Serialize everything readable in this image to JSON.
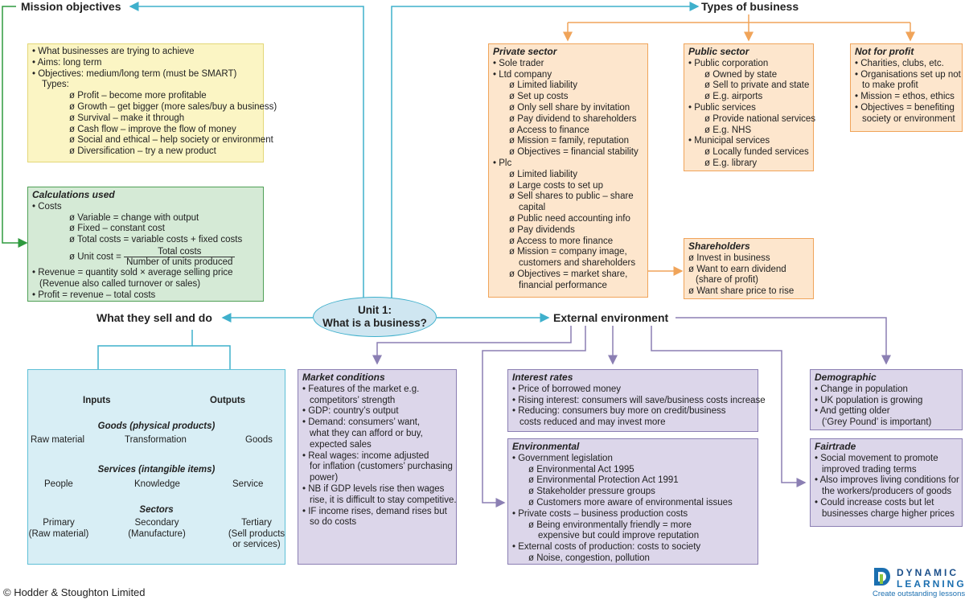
{
  "headings": {
    "mission": "Mission objectives",
    "types": "Types of business",
    "sell": "What they sell and do",
    "external": "External environment"
  },
  "center": {
    "line1": "Unit 1:",
    "line2": "What is a business?"
  },
  "mission_box": {
    "items": [
      "What businesses are trying to achieve",
      "Aims: long term",
      "Objectives: medium/long term (must be SMART)"
    ],
    "types_label": "Types:",
    "types": [
      "Profit – become more profitable",
      "Growth – get bigger (more sales/buy a business)",
      "Survival – make it through",
      "Cash flow – improve the flow of money",
      "Social and ethical – help society or environment",
      "Diversification – try a new product"
    ]
  },
  "calc_box": {
    "title": "Calculations used",
    "costs": "Costs",
    "costs_items": [
      "Variable = change with output",
      "Fixed – constant cost",
      "Total costs = variable costs + fixed costs"
    ],
    "unit_cost_label": "Unit cost =",
    "unit_cost_num": "Total costs",
    "unit_cost_den": "Number of units produced",
    "revenue": "Revenue = quantity sold × average selling price",
    "revenue_note": "(Revenue also called turnover or sales)",
    "profit": "Profit = revenue – total costs"
  },
  "private_box": {
    "title": "Private sector",
    "lines": [
      {
        "t": "• Sole trader",
        "l": 1
      },
      {
        "t": "• Ltd company",
        "l": 1
      },
      {
        "t": "ø Limited liability",
        "l": 2
      },
      {
        "t": "ø Set up costs",
        "l": 2
      },
      {
        "t": "ø Only sell share by invitation",
        "l": 2
      },
      {
        "t": "ø Pay dividend to shareholders",
        "l": 2
      },
      {
        "t": "ø Access to finance",
        "l": 2
      },
      {
        "t": "ø Mission = family, reputation",
        "l": 2
      },
      {
        "t": "ø Objectives = financial stability",
        "l": 2
      },
      {
        "t": "• Plc",
        "l": 1
      },
      {
        "t": "ø Limited liability",
        "l": 2
      },
      {
        "t": "ø Large costs to set up",
        "l": 2
      },
      {
        "t": "ø Sell shares to public – share",
        "l": 2
      },
      {
        "t": "capital",
        "l": 3
      },
      {
        "t": "ø Public need accounting info",
        "l": 2
      },
      {
        "t": "ø Pay dividends",
        "l": 2
      },
      {
        "t": "ø Access to more finance",
        "l": 2
      },
      {
        "t": "ø Mission = company image,",
        "l": 2
      },
      {
        "t": "customers and shareholders",
        "l": 3
      },
      {
        "t": "ø Objectives = market share,",
        "l": 2
      },
      {
        "t": "financial performance",
        "l": 3
      }
    ]
  },
  "public_box": {
    "title": "Public sector",
    "lines": [
      {
        "t": "• Public corporation",
        "l": 1
      },
      {
        "t": "ø Owned by state",
        "l": 2
      },
      {
        "t": "ø Sell to private and state",
        "l": 2
      },
      {
        "t": "ø E.g. airports",
        "l": 2
      },
      {
        "t": "• Public services",
        "l": 1
      },
      {
        "t": "ø Provide national services",
        "l": 2
      },
      {
        "t": "ø E.g. NHS",
        "l": 2
      },
      {
        "t": "• Municipal services",
        "l": 1
      },
      {
        "t": "ø Locally funded services",
        "l": 2
      },
      {
        "t": "ø E.g. library",
        "l": 2
      }
    ]
  },
  "nfp_box": {
    "title": "Not for profit",
    "lines": [
      {
        "t": "• Charities, clubs, etc.",
        "l": 1
      },
      {
        "t": "• Organisations set up not",
        "l": 1
      },
      {
        "t": "to make profit",
        "l": 4
      },
      {
        "t": "• Mission = ethos, ethics",
        "l": 1
      },
      {
        "t": "• Objectives = benefiting",
        "l": 1
      },
      {
        "t": "society or environment",
        "l": 4
      }
    ]
  },
  "shareholders_box": {
    "title": "Shareholders",
    "lines": [
      {
        "t": "ø Invest in business",
        "l": 1
      },
      {
        "t": "ø Want to earn dividend",
        "l": 1
      },
      {
        "t": "(share of profit)",
        "l": 4
      },
      {
        "t": "ø Want share price to rise",
        "l": 1
      }
    ]
  },
  "market_box": {
    "title": "Market conditions",
    "lines": [
      {
        "t": "• Features of the market e.g.",
        "l": 1
      },
      {
        "t": "competitors’ strength",
        "l": 4
      },
      {
        "t": "• GDP: country’s output",
        "l": 1
      },
      {
        "t": "• Demand: consumers’ want,",
        "l": 1
      },
      {
        "t": "what they can afford or buy,",
        "l": 4
      },
      {
        "t": "expected sales",
        "l": 4
      },
      {
        "t": "• Real wages: income adjusted",
        "l": 1
      },
      {
        "t": "for inflation (customers’ purchasing",
        "l": 4
      },
      {
        "t": "power)",
        "l": 4
      },
      {
        "t": "• NB if GDP levels rise then wages",
        "l": 1
      },
      {
        "t": "rise, it is difficult to stay competitive.",
        "l": 4
      },
      {
        "t": "• IF income rises, demand rises but",
        "l": 1
      },
      {
        "t": "so do costs",
        "l": 4
      }
    ]
  },
  "interest_box": {
    "title": "Interest rates",
    "lines": [
      {
        "t": "• Price of borrowed money",
        "l": 1
      },
      {
        "t": "• Rising interest: consumers will save/business costs increase",
        "l": 1
      },
      {
        "t": "• Reducing: consumers buy more on credit/business",
        "l": 1
      },
      {
        "t": "costs reduced and may invest more",
        "l": 4
      }
    ]
  },
  "env_box": {
    "title": "Environmental",
    "lines": [
      {
        "t": "• Government legislation",
        "l": 1
      },
      {
        "t": "ø Environmental Act 1995",
        "l": 2
      },
      {
        "t": "ø Environmental Protection Act 1991",
        "l": 2
      },
      {
        "t": "ø Stakeholder pressure groups",
        "l": 2
      },
      {
        "t": "ø Customers more aware of environmental issues",
        "l": 2
      },
      {
        "t": "• Private costs – business production costs",
        "l": 1
      },
      {
        "t": "ø Being environmentally friendly = more",
        "l": 2
      },
      {
        "t": "expensive but could improve reputation",
        "l": 3
      },
      {
        "t": "• External costs of production: costs to society",
        "l": 1
      },
      {
        "t": "ø Noise, congestion, pollution",
        "l": 2
      }
    ]
  },
  "demo_box": {
    "title": "Demographic",
    "lines": [
      {
        "t": "• Change in population",
        "l": 1
      },
      {
        "t": "• UK population is growing",
        "l": 1
      },
      {
        "t": "• And getting older",
        "l": 1
      },
      {
        "t": "(‘Grey Pound’ is important)",
        "l": 4
      }
    ]
  },
  "fair_box": {
    "title": "Fairtrade",
    "lines": [
      {
        "t": "• Social movement to promote",
        "l": 1
      },
      {
        "t": "improved trading terms",
        "l": 4
      },
      {
        "t": "• Also improves living conditions for",
        "l": 1
      },
      {
        "t": "the workers/producers of goods",
        "l": 4
      },
      {
        "t": "• Could increase costs but let",
        "l": 1
      },
      {
        "t": "businesses charge higher prices",
        "l": 4
      }
    ]
  },
  "sell_box": {
    "inputs": "Inputs",
    "outputs": "Outputs",
    "goods_title": "Goods (physical products)",
    "goods": [
      "Raw material",
      "Transformation",
      "Goods"
    ],
    "services_title": "Services (intangible items)",
    "services": [
      "People",
      "Knowledge",
      "Service"
    ],
    "sectors_title": "Sectors",
    "sectors": [
      {
        "a": "Primary",
        "b": "(Raw material)"
      },
      {
        "a": "Secondary",
        "b": "(Manufacture)"
      },
      {
        "a": "Tertiary",
        "b": "(Sell products",
        "c": "or services)"
      }
    ]
  },
  "footer": "© Hodder & Stoughton Limited",
  "logo": {
    "name": "DYNAMIC LEARNING",
    "name1": "DYNAMIC",
    "name2": "LEARNING",
    "tag": "Create outstanding lessons"
  },
  "colors": {
    "teal": "#3fb0cc",
    "green": "#2e9a3e",
    "orange": "#f0a45a",
    "purple": "#8b7fb3"
  }
}
